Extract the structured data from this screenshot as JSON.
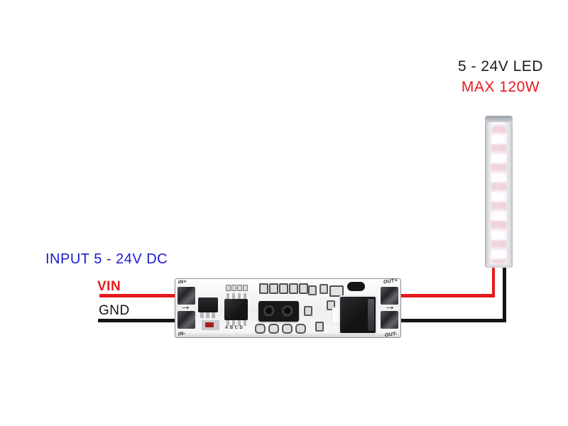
{
  "colors": {
    "red": "#e51b1f",
    "blue": "#1c1bd2",
    "black": "#141414"
  },
  "load": {
    "title": "5 - 24V LED",
    "subtitle": "MAX 120W"
  },
  "input": {
    "label": "INPUT 5 - 24V DC",
    "vin_label": "VIN",
    "gnd_label": "GND"
  },
  "board": {
    "in_plus": "IN+",
    "in_minus": "IN-",
    "out_plus": "OUT+",
    "out_minus": "OUT-",
    "in_arrow": "→",
    "out_arrow": "→",
    "ic_marking": "ABCD"
  }
}
